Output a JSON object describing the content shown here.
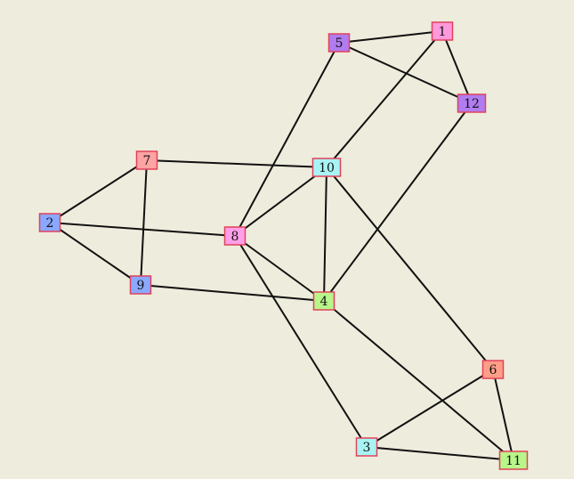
{
  "graph": {
    "nodes": [
      {
        "id": "1",
        "label": "1",
        "color": "#ff99dd"
      },
      {
        "id": "2",
        "label": "2",
        "color": "#8aa8ff"
      },
      {
        "id": "3",
        "label": "3",
        "color": "#a8f4f4"
      },
      {
        "id": "4",
        "label": "4",
        "color": "#b8f58a"
      },
      {
        "id": "5",
        "label": "5",
        "color": "#b07cf0"
      },
      {
        "id": "6",
        "label": "6",
        "color": "#fd9f88"
      },
      {
        "id": "7",
        "label": "7",
        "color": "#fca3a3"
      },
      {
        "id": "8",
        "label": "8",
        "color": "#ff9fe8"
      },
      {
        "id": "9",
        "label": "9",
        "color": "#8aa8ff"
      },
      {
        "id": "10",
        "label": "10",
        "color": "#a8f4f4"
      },
      {
        "id": "11",
        "label": "11",
        "color": "#b8f58a"
      },
      {
        "id": "12",
        "label": "12",
        "color": "#b07cf0"
      }
    ],
    "edges": [
      [
        "5",
        "1"
      ],
      [
        "5",
        "12"
      ],
      [
        "1",
        "12"
      ],
      [
        "1",
        "10"
      ],
      [
        "5",
        "8"
      ],
      [
        "12",
        "4"
      ],
      [
        "7",
        "10"
      ],
      [
        "7",
        "2"
      ],
      [
        "7",
        "9"
      ],
      [
        "2",
        "8"
      ],
      [
        "2",
        "9"
      ],
      [
        "9",
        "4"
      ],
      [
        "8",
        "10"
      ],
      [
        "8",
        "4"
      ],
      [
        "8",
        "3"
      ],
      [
        "10",
        "4"
      ],
      [
        "10",
        "6"
      ],
      [
        "4",
        "11"
      ],
      [
        "6",
        "3"
      ],
      [
        "6",
        "11"
      ],
      [
        "3",
        "11"
      ]
    ]
  }
}
